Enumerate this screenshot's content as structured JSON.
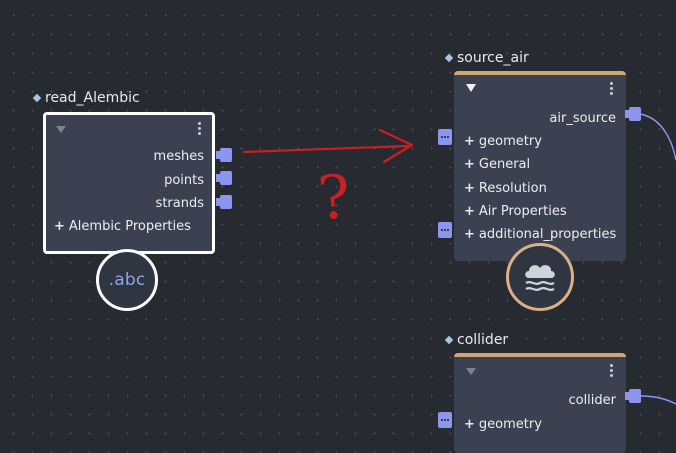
{
  "nodes": {
    "read_alembic": {
      "title": "read_Alembic",
      "outputs": [
        "meshes",
        "points",
        "strands"
      ],
      "group": "Alembic Properties",
      "badge_text": ".abc",
      "badge_icon": "abc-file-icon"
    },
    "source_air": {
      "title": "source_air",
      "output": "air_source",
      "groups": [
        "geometry",
        "General",
        "Resolution",
        "Air Properties",
        "additional_properties"
      ],
      "badge_icon": "cloud-wind-icon"
    },
    "collider": {
      "title": "collider",
      "output": "collider",
      "groups": [
        "geometry"
      ]
    }
  },
  "annotation": {
    "symbol": "?",
    "color": "#cc1f1f"
  },
  "colors": {
    "canvas": "#272a30",
    "node_body": "#3b4150",
    "port": "#8d96ee",
    "selected_border": "#ffffff",
    "node_accent": "#d1a675"
  }
}
